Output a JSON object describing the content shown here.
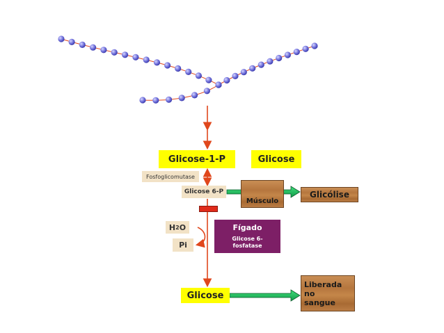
{
  "colors": {
    "arrow_red": "#e0471c",
    "green_arrow": "#22c55e",
    "bead": "#6a6ad6",
    "yellow": "#ffff00",
    "purple": "#7d1f66",
    "wood": "#b5763e"
  },
  "nodes": {
    "glicose_1p": "Glicose-1-P",
    "glicose_top": "Glicose",
    "fosfoglicomutase": "Fosfoglicomutase",
    "glicose_6p": "Glicose 6-P",
    "musculo": "Músculo",
    "glicolise": "Glicólise",
    "h2o_main": "H",
    "h2o_sub": "2",
    "h2o_tail": "O",
    "pi": "Pi",
    "figado_title": "Fígado",
    "figado_enzyme": "Glicose 6-fosfatase",
    "glicose_bottom": "Glicose",
    "liberada_lines": [
      "Liberada",
      "no",
      "sangue"
    ]
  },
  "icons": {
    "glycogen": "glycogen-bead-chain-icon",
    "inhibition": "inhibition-bar-icon"
  }
}
